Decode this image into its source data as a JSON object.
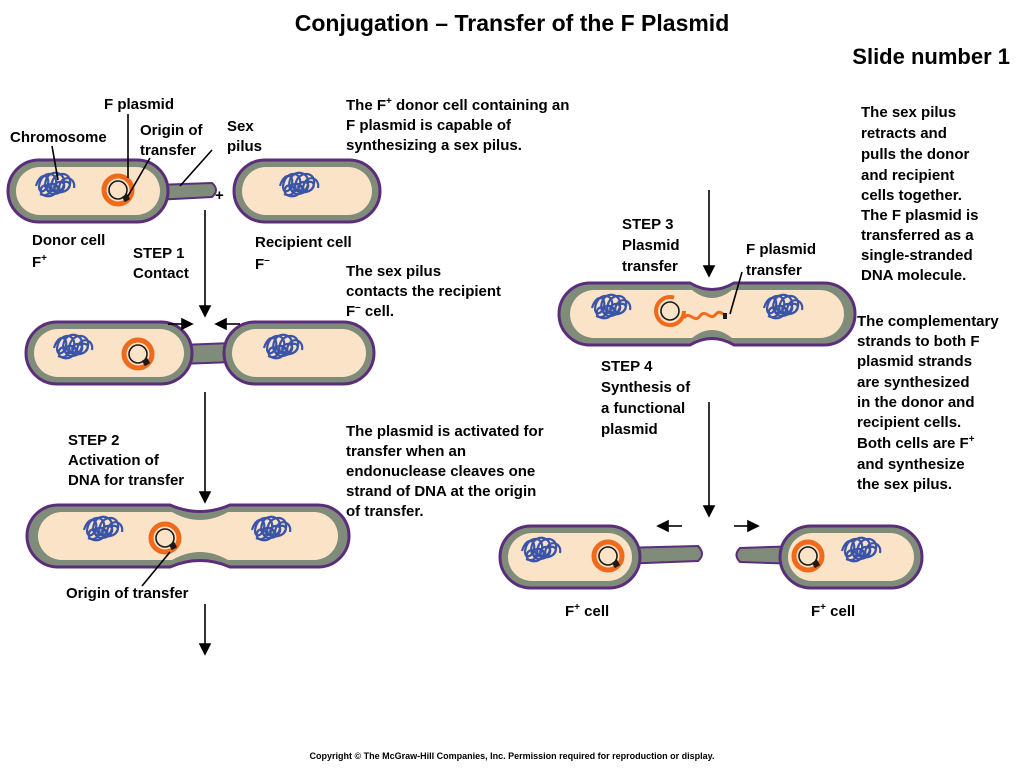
{
  "title": "Conjugation – Transfer of the F Plasmid",
  "slide_number": "Slide number 1",
  "labels": {
    "f_plasmid": "F plasmid",
    "chromosome": "Chromosome",
    "origin_line1": "Origin of",
    "origin_line2": "transfer",
    "sex_line1": "Sex",
    "sex_line2": "pilus",
    "plus": "+",
    "donor_cell": "Donor cell",
    "donor_f": "F",
    "donor_f_sup": "+",
    "recipient_cell": "Recipient cell",
    "recipient_f": "F",
    "recipient_f_sup": "–",
    "step1_line1": "STEP 1",
    "step1_line2": "Contact",
    "step2_line1": "STEP 2",
    "step2_line2": "Activation of",
    "step2_line3": "DNA for transfer",
    "origin_of_transfer": "Origin of transfer",
    "step3_line1": "STEP 3",
    "step3_line2": "Plasmid",
    "step3_line3": "transfer",
    "fplasmid_transfer_line1": "F plasmid",
    "fplasmid_transfer_line2": "transfer",
    "step4_line1": "STEP 4",
    "step4_line2": "Synthesis of",
    "step4_line3": "a functional",
    "step4_line4": "plasmid",
    "fcell_left": "F",
    "fcell_left_sup": "+",
    "fcell_left_word": " cell",
    "fcell_right": "F",
    "fcell_right_sup": "+",
    "fcell_right_word": " cell"
  },
  "descriptions": {
    "d1_line1_a": "The F",
    "d1_line1_sup": "+",
    "d1_line1_b": " donor cell containing an",
    "d1_line2": "F plasmid is capable of",
    "d1_line3": "synthesizing a sex pilus.",
    "d2_line1": "The sex pilus",
    "d2_line2": "contacts the recipient",
    "d2_line3_a": "F",
    "d2_line3_sup": "–",
    "d2_line3_b": " cell.",
    "d3_line1": "The plasmid is activated for",
    "d3_line2": "transfer when an",
    "d3_line3": "endonuclease cleaves one",
    "d3_line4": "strand of DNA at the origin",
    "d3_line5": "of transfer.",
    "d4_line1": "The sex pilus",
    "d4_line2": "retracts and",
    "d4_line3": "pulls the donor",
    "d4_line4": "and recipient",
    "d4_line5": "cells together.",
    "d4_line6": "The F plasmid is",
    "d4_line7": "transferred as a",
    "d4_line8": "single-stranded",
    "d4_line9": "DNA molecule.",
    "d5_line1": "The complementary",
    "d5_line2": "strands to both F",
    "d5_line3": "plasmid strands",
    "d5_line4": "are synthesized",
    "d5_line5": "in the donor and",
    "d5_line6": "recipient cells.",
    "d5_line7_a": "Both cells are F",
    "d5_line7_sup": "+",
    "d5_line8": "and synthesize",
    "d5_line9": "the sex pilus."
  },
  "copyright": "Copyright © The McGraw-Hill Companies, Inc. Permission required for reproduction or display.",
  "colors": {
    "cell_outer": "#5b2d7a",
    "cell_wall": "#7f8c7a",
    "cytoplasm": "#fbe3c8",
    "dna": "#3a55a8",
    "plasmid": "#f06a1c",
    "plasmid_inner": "#1a1a1a"
  }
}
